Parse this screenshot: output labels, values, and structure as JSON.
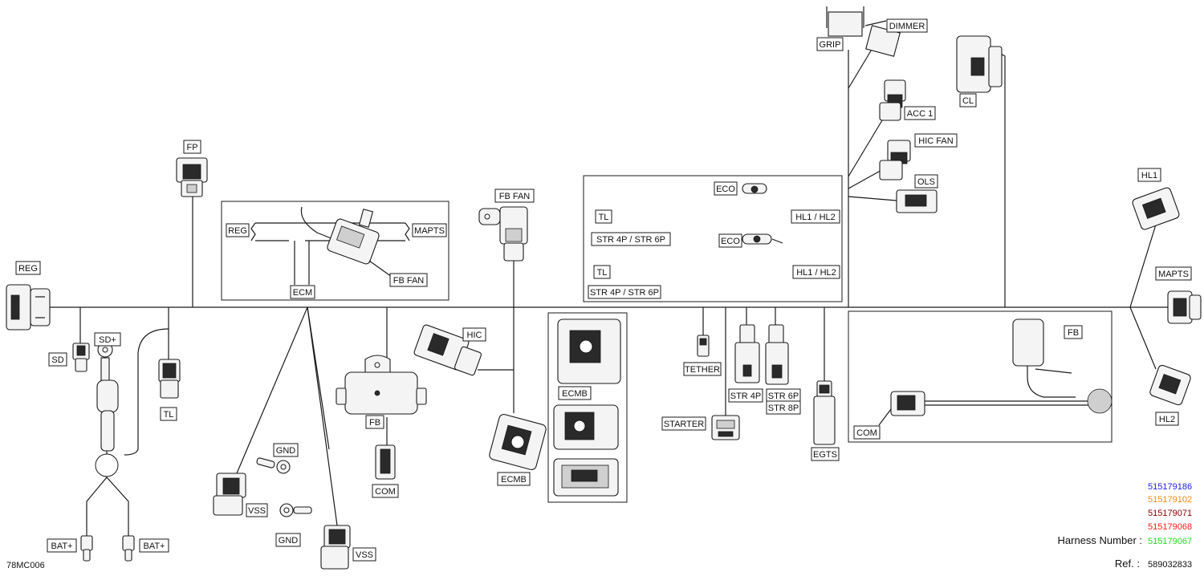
{
  "labels": {
    "fp": "FP",
    "reg": "REG",
    "sd": "SD",
    "sd_plus": "SD+",
    "tl": "TL",
    "bat_plus": "BAT+",
    "gnd": "GND",
    "vss": "VSS",
    "ecm": "ECM",
    "fb_fan": "FB  FAN",
    "mapts": "MAPTS",
    "fb": "FB",
    "com": "COM",
    "hic": "HIC",
    "ecmb": "ECMB",
    "eco": "ECO",
    "hl1_hl2": "HL1 / HL2",
    "str_4p_6p": "STR 4P / STR 6P",
    "tether": "TETHER",
    "starter": "STARTER",
    "str_4p": "STR 4P",
    "str_6p": "STR 6P",
    "str_8p": "STR 8P",
    "egts": "EGTS",
    "grip": "GRIP",
    "dimmer": "DIMMER",
    "acc1": "ACC 1",
    "hic_fan": "HIC  FAN",
    "ols": "OLS",
    "cl": "CL",
    "hl1": "HL1",
    "hl2": "HL2",
    "fb_fan_top": "FB  FAN"
  },
  "harness": {
    "numbers": [
      {
        "value": "515179186",
        "color": "#2020e0"
      },
      {
        "value": "515179102",
        "color": "#f08a1c"
      },
      {
        "value": "515179071",
        "color": "#8b0000"
      },
      {
        "value": "515179068",
        "color": "#ff1a1a"
      },
      {
        "value": "515179067",
        "color": "#22dd22"
      }
    ],
    "label": "Harness Number :",
    "ref_label": "Ref. :",
    "ref_value": "589032833"
  },
  "code": "78MC006"
}
